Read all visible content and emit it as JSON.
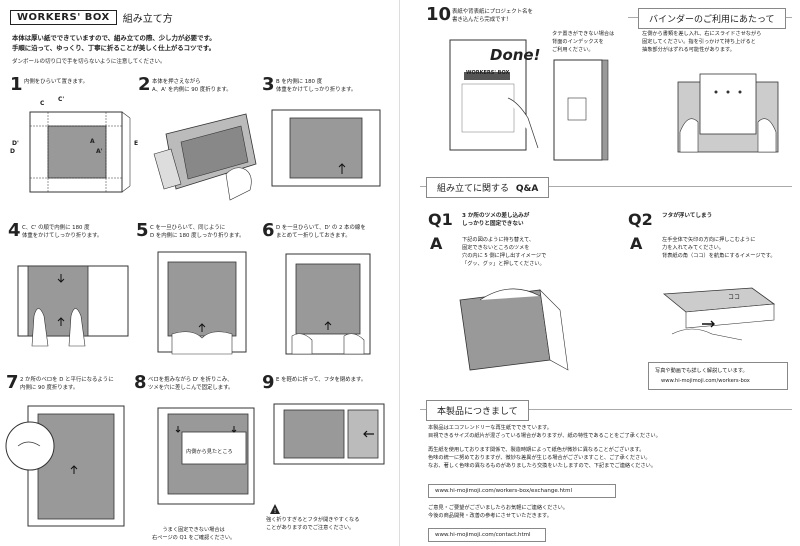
{
  "header": {
    "logo": "WORKERS' BOX",
    "title": "組み立て方"
  },
  "intro": {
    "line1": "本体は厚い紙でできていますので、組み立ての際、少し力が必要です。",
    "line2": "手順に沿って、ゆっくり、丁寧に折ることが美しく仕上がるコツです。",
    "line3": "ダンボールの切り口で手を切らないように注意してください。"
  },
  "steps": [
    {
      "num": "1",
      "text": "内側をひらいて置きます。"
    },
    {
      "num": "2",
      "text": "本体を押さえながら\nA、A' を内側に 90 度折ります。"
    },
    {
      "num": "3",
      "text": "B を内側に 180 度\n体重をかけてしっかり折ります。"
    },
    {
      "num": "4",
      "text": "C、C' の順で内側に 180 度\n体重をかけてしっかり折ります。"
    },
    {
      "num": "5",
      "text": "C を一旦ひらいて、同じように\nD を内側に 180 度しっかり折ります。"
    },
    {
      "num": "6",
      "text": "D を一旦ひらいて、D' の 2 本の線を\nまとめて一折りしておきます。"
    },
    {
      "num": "7",
      "text": "2 か所のベロを D と平行になるように\n内側に 90 度折ります。"
    },
    {
      "num": "8",
      "text": "ベロを抱みながら D' を折りこみ、\nツメを穴に差しこんで固定します。"
    },
    {
      "num": "9",
      "text": "E を軽めに折って、フタを閉めます。"
    }
  ],
  "step1_labels": {
    "c": "C",
    "cp": "C'",
    "d": "D",
    "dp": "D'",
    "a": "A",
    "ap": "A'",
    "e": "E"
  },
  "step8_note": {
    "inside": "内側から見たところ",
    "caption1": "うまく固定できない場合は",
    "caption2": "右ページの Q1 をご確認ください。"
  },
  "step9_note": {
    "line1": "強く折りすぎるとフタが開きやすくなる",
    "line2": "ことがありますのでご注意ください。"
  },
  "step10": {
    "num": "10",
    "text": "表紙や背表紙にプロジェクト名を\n書き込んだら完成です！",
    "done": "Done!",
    "side_text": "タテ置きができない場合は\n背面のインデックスを\nご利用ください。",
    "binder_logo": "WORKERS' BOX"
  },
  "binder": {
    "title": "バインダーのご利用にあたって",
    "text": "左側から書類を差し入れ、右にスライドさせながら\n固定してください。指を引っかけて持ち上げると\n抽象部分がはずれる可能性があります。"
  },
  "qa": {
    "title": "組み立てに関する",
    "title_tag": "Q&A",
    "q1": {
      "label": "Q1",
      "question": "3 か所のツメの差し込みが\nしっかりと固定できない",
      "answer_label": "A",
      "answer": "下記の図のように持ち替えて、\n固定できないところのツメを\n穴の内に 5 側に押し出すイメージで\n「グッ、グッ」と押してください。"
    },
    "q2": {
      "label": "Q2",
      "question": "フタが浮いてしまう",
      "answer_label": "A",
      "answer": "左手全体で矢印の方向に押しこむように\n力を入れてみてください。\n背表紙の角（ココ）を航角にするイメージです。",
      "koko": "ココ"
    },
    "video_text": "写真や動画でも詳しく解説しています。",
    "video_url": "www.hi-mojimoji.com/workers-box"
  },
  "product": {
    "title": "本製品につきまして",
    "p1": "本製品はエコフレンドリーな再生紙でできています。\n目視できるサイズの紙片が混ざっている場合がありますが、紙の特性であることをご了承ください。",
    "p2": "再生紙を使用しております関係で、製造時期によって紙色が微妙に異なることがございます。\n色味の統一に努めておりますが、微妙な差異が生じる場合がございますこと、ご了承ください。\nなお、著しく色味の異なるものがありましたら交換をいたしますので、下記までご連絡ください。",
    "url1": "www.hi-mojimoji.com/workers-box/exchange.html",
    "p3": "ご意見・ご要望がございましたらお気軽にご連絡ください。\n今後の商品開発・改善の参考にさせていただきます。",
    "url2": "www.hi-mojimoji.com/contact.html"
  }
}
